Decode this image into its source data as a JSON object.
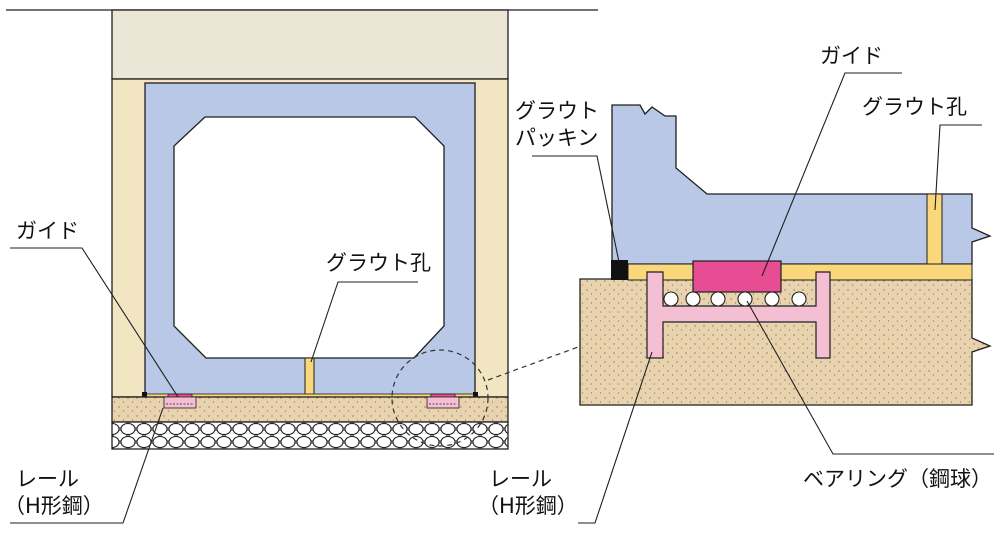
{
  "colors": {
    "concrete_blue": "#b8c8e6",
    "backfill_cream": "#f2e6c2",
    "upper_tan": "#ebe6d6",
    "grout_yellow": "#fad77a",
    "guide_magenta": "#e64d92",
    "rail_pink": "#f5bfd3",
    "sand": "#e8d3ae",
    "packing_black": "#111111",
    "line": "#1f1f1f",
    "arrow_red": "#e00000"
  },
  "left_view": {
    "labels": {
      "guide": "ガイド",
      "grout_hole": "グラウト孔",
      "rail_line1": "レール",
      "rail_line2": "（H形鋼）"
    }
  },
  "right_view": {
    "labels": {
      "guide": "ガイド",
      "grout_hole": "グラウト孔",
      "grout_packing_line1": "グラウト",
      "grout_packing_line2": "パッキン",
      "rail_line1": "レール",
      "rail_line2": "（H形鋼）",
      "bearing": "ベアリング（鋼球）"
    }
  }
}
